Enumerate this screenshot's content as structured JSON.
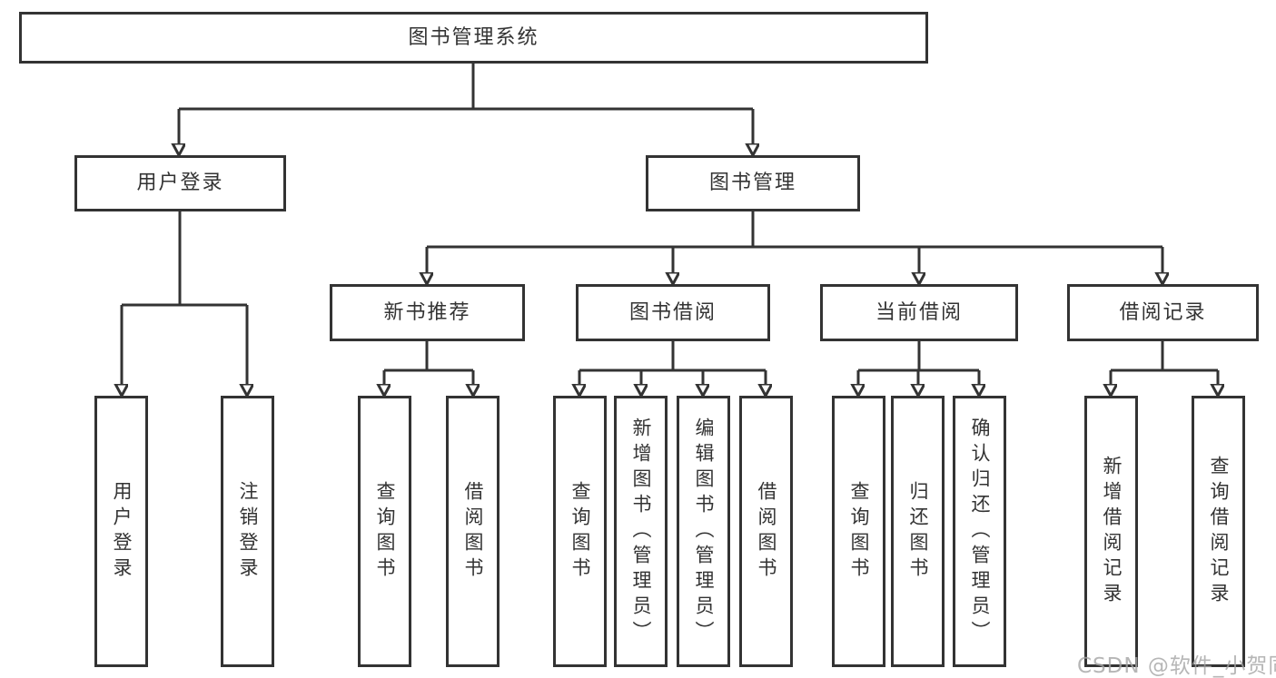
{
  "diagram": {
    "title": "图书管理系统",
    "l1": "图书管理系统",
    "l2": [
      "用户登录",
      "图书管理"
    ],
    "l3": [
      "新书推荐",
      "图书借阅",
      "当前借阅",
      "借阅记录"
    ],
    "l4": [
      "用户登录",
      "注销登录",
      "查询图书",
      "借阅图书",
      "查询图书",
      "新增图书（管理员）",
      "编辑图书（管理员）",
      "借阅图书",
      "查询图书",
      "归还图书",
      "确认归还（管理员）",
      "新增借阅记录",
      "查询借阅记录"
    ]
  },
  "watermark": "CSDN @软件_小贺同学",
  "colors": {
    "line": "#333333",
    "box_border": "#333333",
    "text": "#333333",
    "watermark": "#a4a4a4",
    "background": "#ffffff"
  }
}
